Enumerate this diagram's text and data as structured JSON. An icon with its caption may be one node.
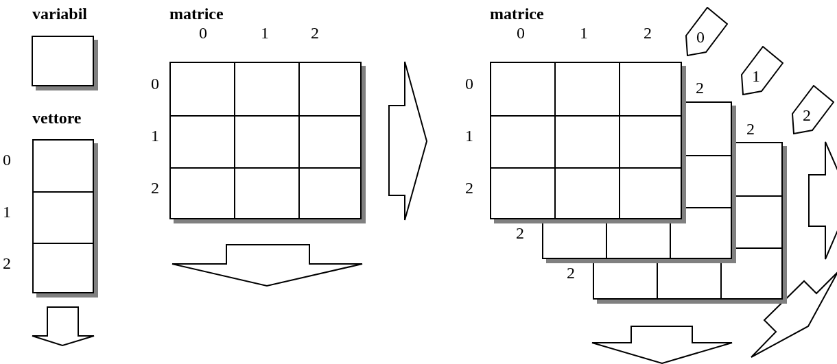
{
  "diagram": {
    "nodes": [
      {
        "text": [
          "variabil"
        ]
      },
      {
        "text": [
          "vettore"
        ]
      },
      {
        "text": [
          "matrice"
        ]
      },
      {
        "text": [
          "matrice"
        ]
      },
      {
        "text": [],
        "shape": "box"
      },
      {
        "text": [],
        "shape": "box"
      },
      {
        "text": [
          "0"
        ]
      },
      {
        "text": [
          "1"
        ]
      },
      {
        "text": [
          "2"
        ]
      }
    ],
    "labels": [
      "0",
      "1",
      "2",
      "0",
      "1",
      "2",
      "0",
      "1",
      "2",
      "0",
      "1",
      "2",
      "0",
      "1",
      "2",
      "2",
      "2",
      "2",
      "2"
    ]
  }
}
